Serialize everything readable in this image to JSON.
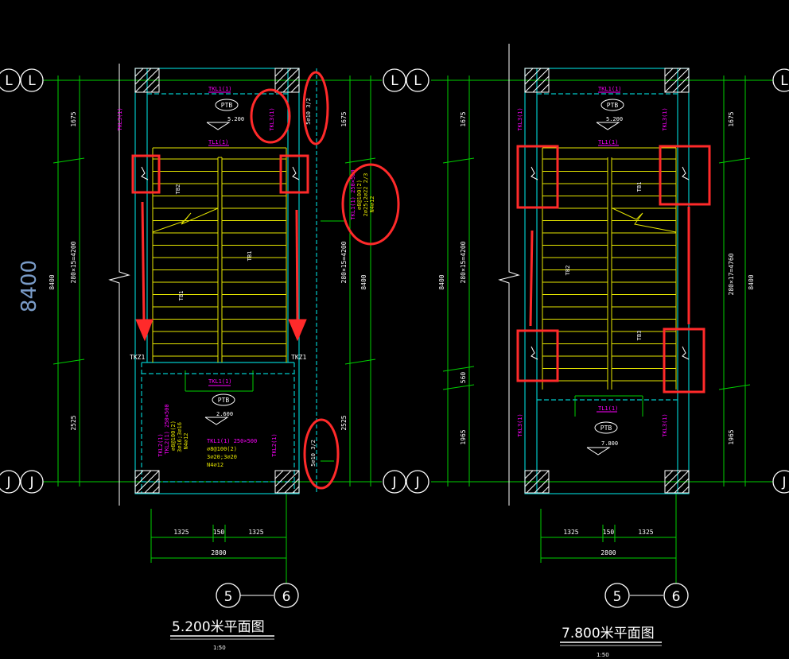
{
  "colors": {
    "background": "#000000",
    "grid": "#00d000",
    "wall": "#00c8c8",
    "stair": "#e6e600",
    "beam": "#ff00ff",
    "text": "#ffffff",
    "highlight": "#ff2a2a"
  },
  "dimension_overall": "8400",
  "axes": {
    "L": "L",
    "J": "J",
    "five": "5",
    "six": "6"
  },
  "left_plan": {
    "title": "5.200米平面图",
    "subtitle": "1:50",
    "ptb_top": "PTB",
    "elev_top": "5.200",
    "ptb_bottom": "PTB",
    "elev_bottom": "2.600",
    "beam_top": "TKL1(1)",
    "beam_top_inner": "TL1(1)",
    "beam_side_left": "TKL3(1)",
    "beam_side_right": "TKL3(1)",
    "beam_mid": "TKL1(1)",
    "beam_bl": "TKL2(1)",
    "beam_br": "TKL2(1)",
    "tb_upper": "TB2",
    "tb_center": "TB1",
    "tb_lower": "TB1",
    "tz_left": "TKZ1",
    "tz_right": "TKZ1",
    "dim_v_top": "1675",
    "dim_v_mid": "280×15=4200",
    "dim_v_bot": "2525",
    "dim_v_total": "8400",
    "dim_r_top": "1675",
    "dim_r_mid": "280×15=4200",
    "dim_r_bot": "2525",
    "dim_r_total": "8400",
    "dim_h_1": "1325",
    "dim_h_2": "150",
    "dim_h_3": "1325",
    "dim_h_total": "2800",
    "note_top": "5⌀10 3/2",
    "note_bot": "5⌀10 3/2",
    "note_circle": [
      "TKL1(1) 250×500",
      "⌀8@100(2)",
      "2⌀25;2⌀22 2/3",
      "N4⌀12"
    ],
    "note_bl": [
      "TKL2(1) 250×500",
      "⌀8@100(2)",
      "3⌀16;3⌀16",
      "N4⌀12"
    ],
    "note_bc": [
      "TKL1(1) 250×500",
      "⌀8@100(2)",
      "3⌀20;3⌀20",
      "N4⌀12"
    ]
  },
  "right_plan": {
    "title": "7.800米平面图",
    "subtitle": "1:50",
    "ptb_top": "PTB",
    "elev_top": "5.200",
    "ptb_bottom": "PTB",
    "elev_bottom": "7.800",
    "beam_top": "TKL1(1)",
    "beam_top_inner": "TL1(1)",
    "beam_side_left": "TKL3(1)",
    "beam_side_right": "TKL3(1)",
    "beam_mid": "TL1(1)",
    "beam_bl": "TKL3(1)",
    "beam_br": "TKL3(1)",
    "tb_left": "TB2",
    "tb_right_upper": "TB1",
    "tb_right_lower": "TB3",
    "dim_v_top": "1675",
    "dim_v_mid": "280×15=4200",
    "dim_v_560": "560",
    "dim_v_bot": "1965",
    "dim_v_total": "8400",
    "dim_r_top": "1675",
    "dim_r_mid": "280×17=4760",
    "dim_r_bot": "1965",
    "dim_r_total": "8400",
    "dim_h_1": "1325",
    "dim_h_2": "150",
    "dim_h_3": "1325",
    "dim_h_total": "2800"
  }
}
